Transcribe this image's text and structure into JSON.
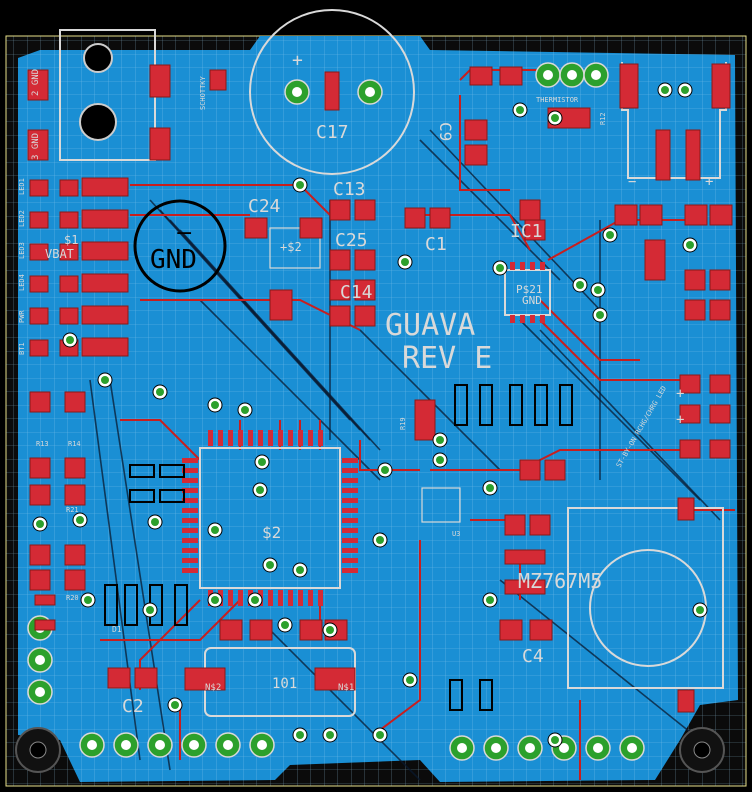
{
  "board": {
    "title": "GUAVA",
    "revision": "REV E",
    "colors": {
      "background": "#000000",
      "copper_pour": "#1a8fd4",
      "grid": "#9fd3f2",
      "top_copper": "#c81e1e",
      "pad_red": "#d42a35",
      "via_green": "#2ca02c",
      "silkscreen": "#d9d9d9",
      "outline": "#e8e08a"
    }
  },
  "labels": {
    "gnd_big": "GND",
    "vbat": "VBAT",
    "s1": "$1",
    "s2": "+$2",
    "p21": "P$21",
    "gnd_small": "GND",
    "u1_label": "$2",
    "ic_mz": "MZ767M5",
    "thermistor": "THERMISTOR",
    "schottky": "SCHOTTKY",
    "charger": "ST-BY-ON RCHG/CHRG LED",
    "c17": "C17",
    "c13": "C13",
    "c24": "C24",
    "c25": "C25",
    "c1": "C1",
    "c9": "C9",
    "c14": "C14",
    "c4": "C4",
    "c2": "C2",
    "ic1": "IC1",
    "u3": "U3",
    "d1": "D1",
    "plus": "+",
    "minus": "−",
    "conn_101": "101",
    "ns2": "N$2",
    "ns1": "N$1",
    "gnd2": "2 GND",
    "gnd3": "3 GND",
    "r12": "R12",
    "r13": "R13",
    "r14": "R14",
    "r19": "R19",
    "r20": "R20",
    "r21": "R21",
    "led_rows": [
      "LED1",
      "LED2",
      "LED3",
      "LED4",
      "PWR",
      "BT1"
    ]
  }
}
